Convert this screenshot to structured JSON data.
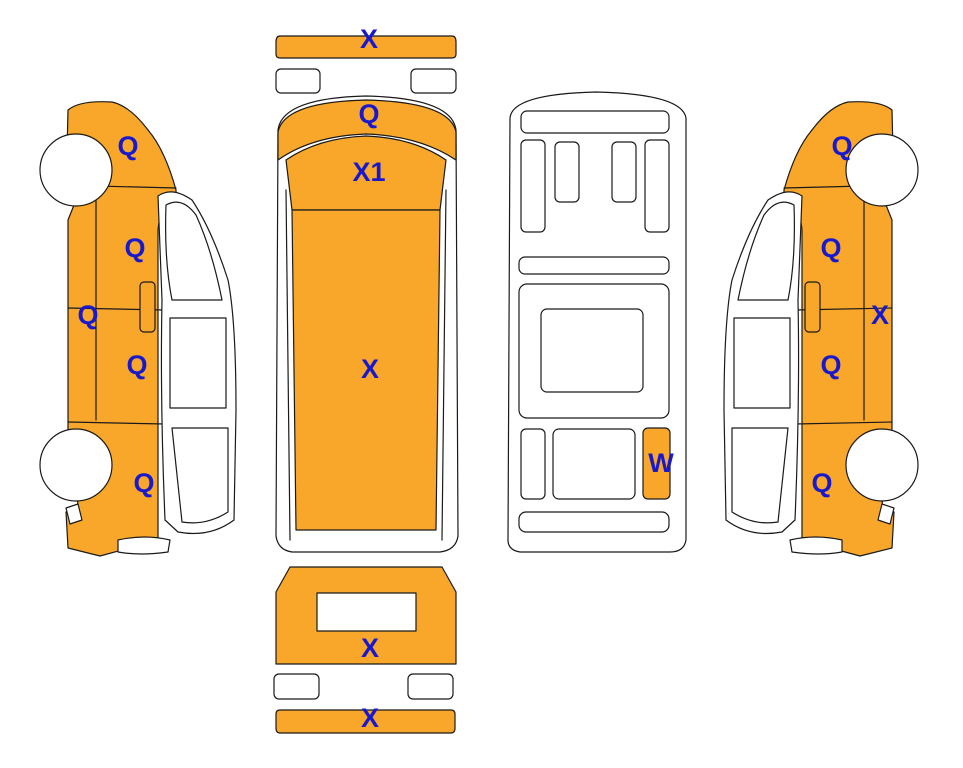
{
  "colors": {
    "damaged": "#F9A72B",
    "intact": "#FFFFFF",
    "outline": "#1A1A1A",
    "code_text": "#1818CC"
  },
  "views": {
    "left_side": {
      "front_fender": "Q",
      "front_door_upper": "Q",
      "sill": "Q",
      "front_door_lower": "Q",
      "rear_quarter": "Q"
    },
    "top": {
      "front_bumper": "X",
      "hood_front": "Q",
      "cowl": "X1",
      "roof": "X"
    },
    "rear": {
      "tailgate": "X",
      "rear_bumper": "X"
    },
    "interior": {
      "rear_right_floor": "W"
    },
    "right_side": {
      "front_fender": "Q",
      "front_door_upper": "Q",
      "pillar": "X",
      "front_door_lower": "Q",
      "rear_quarter": "Q"
    }
  }
}
